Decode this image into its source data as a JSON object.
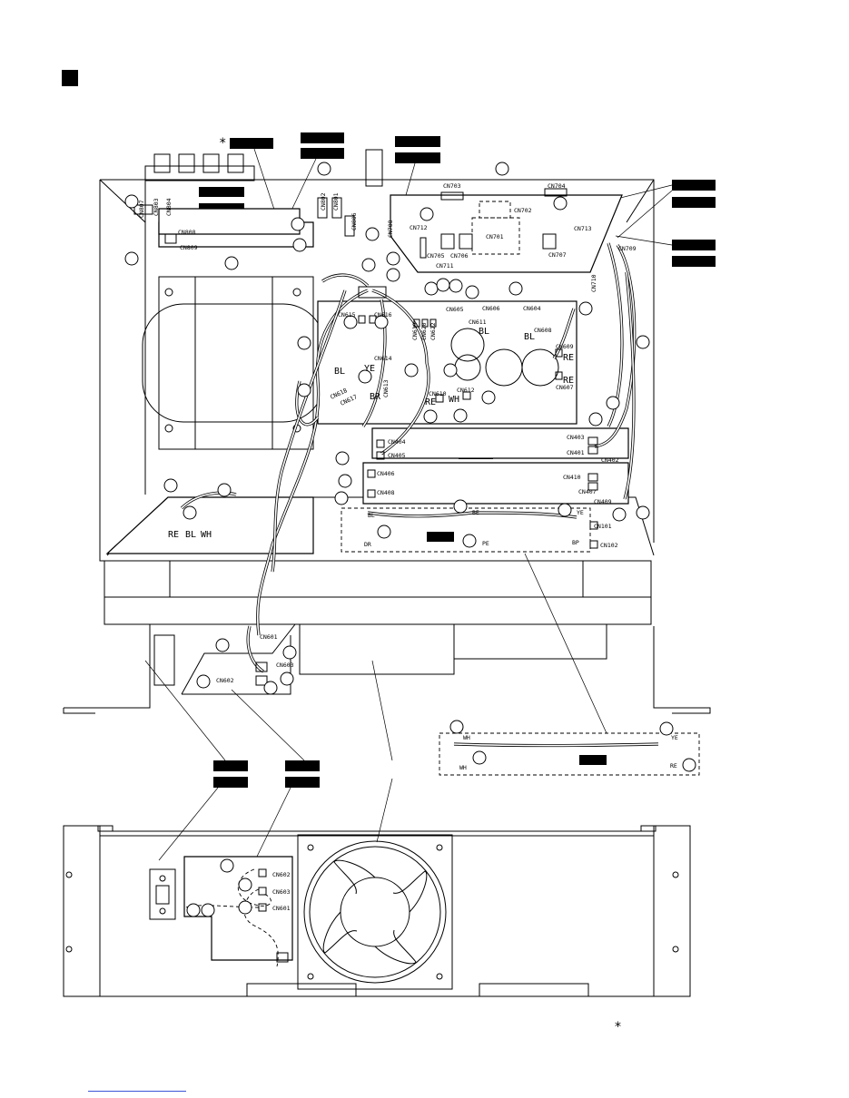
{
  "connectors": {
    "cn807": "CN807",
    "cn803": "CN803",
    "cn804": "CN804",
    "cn808": "CN808",
    "cn809": "CN809",
    "cn802": "CN802",
    "cn801": "CN801",
    "cn806": "CN806",
    "cn703": "CN703",
    "cn704": "CN704",
    "cn702": "CN702",
    "cn701": "CN701",
    "cn712": "CN712",
    "cn708": "CN708",
    "cn705": "CN705",
    "cn706": "CN706",
    "cn707": "CN707",
    "cn713": "CN713",
    "cn709": "CN709",
    "cn711": "CN711",
    "cn710": "CN710",
    "cn615": "CN615",
    "cn616": "CN616",
    "cn619": "CN619",
    "cn620": "CN620",
    "cn622": "CN622",
    "cn605": "CN605",
    "cn606": "CN606",
    "cn604": "CN604",
    "cn611": "CN611",
    "cn608": "CN608",
    "cn609": "CN609",
    "cn614": "CN614",
    "cn613": "CN613",
    "cn618": "CN618",
    "cn617": "CN617",
    "cn610": "CN610",
    "cn612": "CN612",
    "cn607": "CN607",
    "cn403": "CN403",
    "cn401": "CN401",
    "cn402": "CN402",
    "cn404": "CN404",
    "cn405": "CN405",
    "cn406": "CN406",
    "cn408": "CN408",
    "cn410": "CN410",
    "cn407": "CN407",
    "cn409": "CN409",
    "cn101": "CN101",
    "cn102": "CN102",
    "cn601": "CN601",
    "cn603": "CN603",
    "cn602": "CN602"
  },
  "wire_colors": {
    "re": "RE",
    "bl": "BL",
    "wh": "WH",
    "ye": "YE",
    "br": "BR",
    "be": "BE",
    "dr": "DR",
    "pe": "PE",
    "bp": "BP"
  },
  "footnote": "*"
}
